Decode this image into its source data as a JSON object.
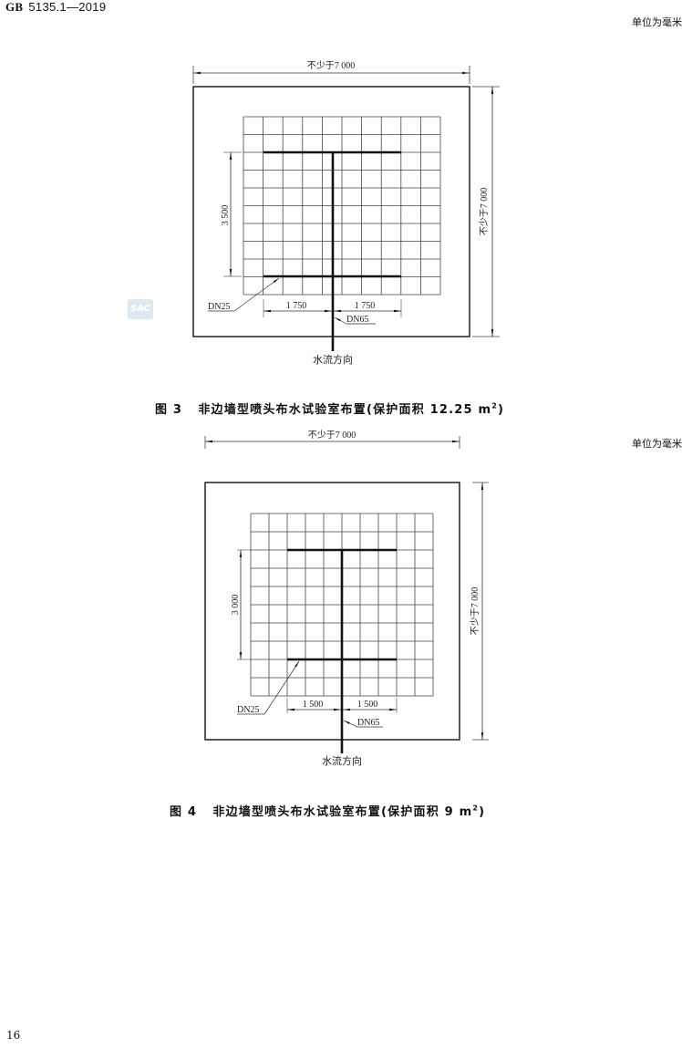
{
  "header": {
    "prefix": "GB",
    "standard": "5135.1—2019"
  },
  "page_number": "16",
  "watermark": "SAC",
  "figures": [
    {
      "unit_label": "单位为毫米",
      "top_dimension": "不少于7 000",
      "side_dimension": "不少于7 000",
      "vertical_spacing": "3 500",
      "left_spacing": "1 750",
      "right_spacing": "1 750",
      "branch_pipe_label": "DN25",
      "main_pipe_label": "DN65",
      "flow_label": "水流方向",
      "caption_number": "图 3",
      "caption_text": "非边墙型喷头布水试验室布置(保护面积 12.25 m",
      "caption_sup": "2",
      "caption_end": ")",
      "grid": {
        "cols": 10,
        "rows": 10
      }
    },
    {
      "unit_label": "单位为毫米",
      "top_dimension": "不少于7 000",
      "side_dimension": "不少于7 000",
      "vertical_spacing": "3 000",
      "left_spacing": "1 500",
      "right_spacing": "1 500",
      "branch_pipe_label": "DN25",
      "main_pipe_label": "DN65",
      "flow_label": "水流方向",
      "caption_number": "图 4",
      "caption_text": "非边墙型喷头布水试验室布置(保护面积 9 m",
      "caption_sup": "2",
      "caption_end": ")",
      "grid": {
        "cols": 10,
        "rows": 10
      }
    }
  ]
}
